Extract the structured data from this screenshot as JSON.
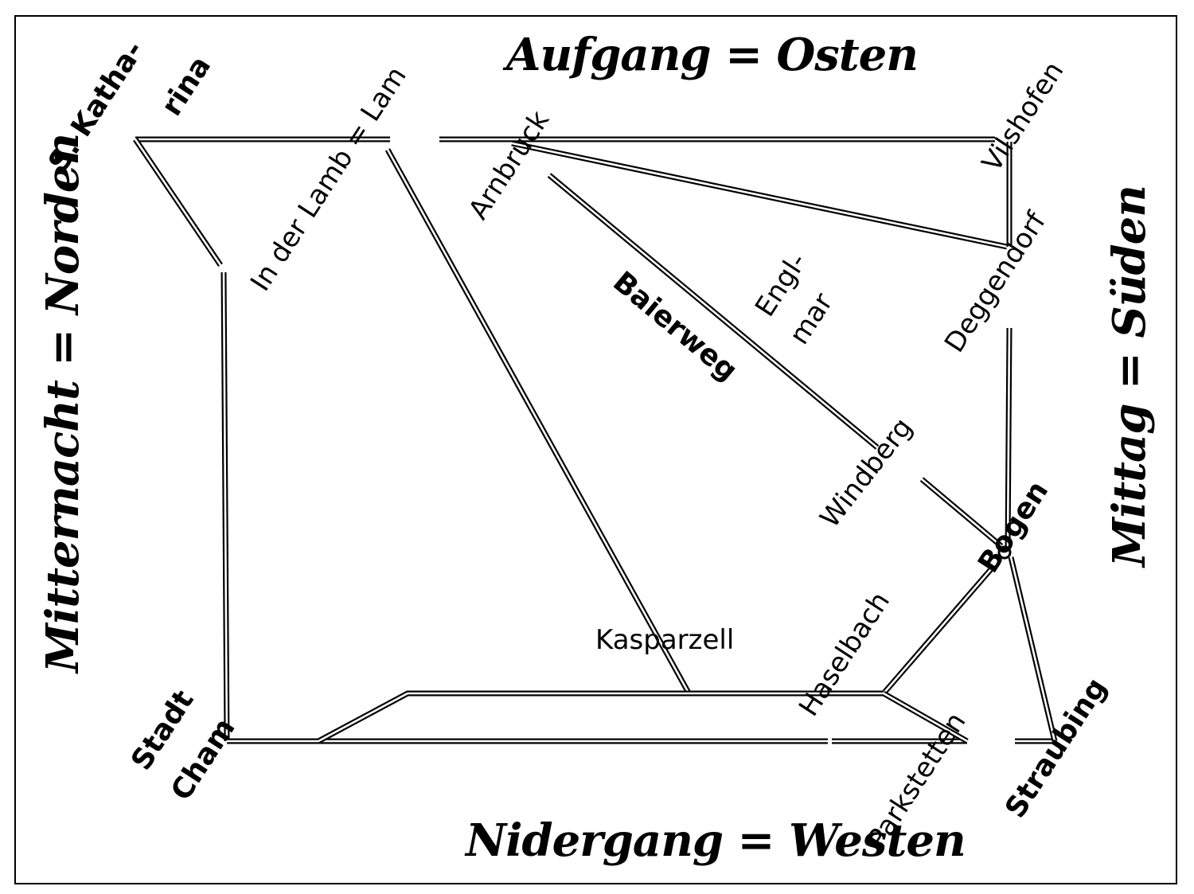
{
  "compass": {
    "east": "Aufgang = Osten",
    "west": "Nidergang = Westen",
    "north": "Mitternacht = Norden",
    "south": "Mittag = Süden"
  },
  "places": {
    "s_katharina_1": "S. Katha-",
    "s_katharina_2": "rina",
    "in_der_lamb": "In der Lamb = Lam",
    "arnbruck": "Arnbruck",
    "vilshofen": "Vilshofen",
    "deggendorf": "Deggendorf",
    "baierweg": "Baierweg",
    "englmar_1": "Engl-",
    "englmar_2": "mar",
    "windberg": "Windberg",
    "bogen": "Bogen",
    "kasparzell": "Kasparzell",
    "haselbach": "Haselbach",
    "stadt": "Stadt",
    "cham": "Cham",
    "parkstetten": "Parkstetten",
    "straubing": "Straubing"
  }
}
